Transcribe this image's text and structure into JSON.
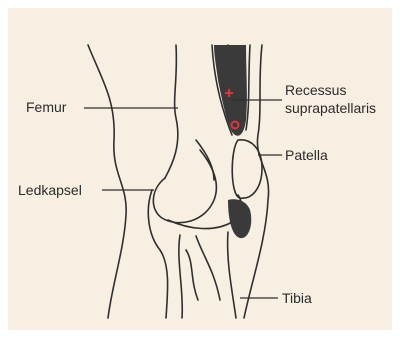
{
  "colors": {
    "panel_background": "#f7efe1",
    "line": "#2f2f2f",
    "dark_recess": "#3a3a3a",
    "marker": "#e0343a"
  },
  "labels": {
    "femur": "Femur",
    "ledkapsel": "Ledkapsel",
    "recessus_line1": "Recessus",
    "recessus_line2": "suprapatellaris",
    "patella": "Patella",
    "tibia": "Tibia"
  },
  "markers": [
    {
      "name": "red-cross-marker",
      "shape": "cross"
    },
    {
      "name": "red-circle-marker",
      "shape": "circle"
    }
  ]
}
